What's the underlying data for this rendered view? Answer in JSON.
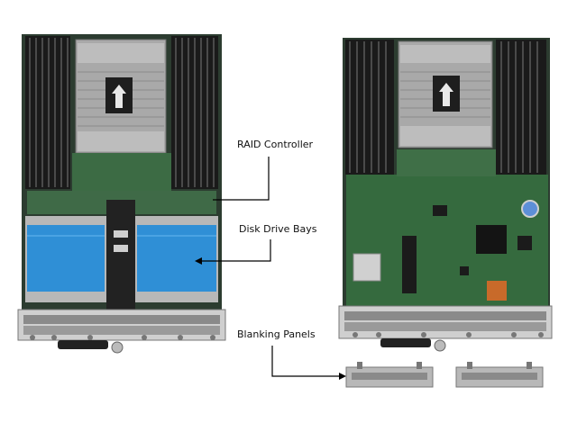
{
  "labels": {
    "raid_controller": "RAID Controller",
    "disk_drive_bays": "Disk Drive Bays",
    "blanking_panels": "Blanking Panels"
  },
  "colors": {
    "pcb_green": "#2f5a36",
    "dimm_dark": "#1c1c1c",
    "heatsink": "#a7a7a7",
    "drive_blue": "#2f8fd6",
    "chassis_gray": "#cfcfcf",
    "leader": "#000000"
  }
}
